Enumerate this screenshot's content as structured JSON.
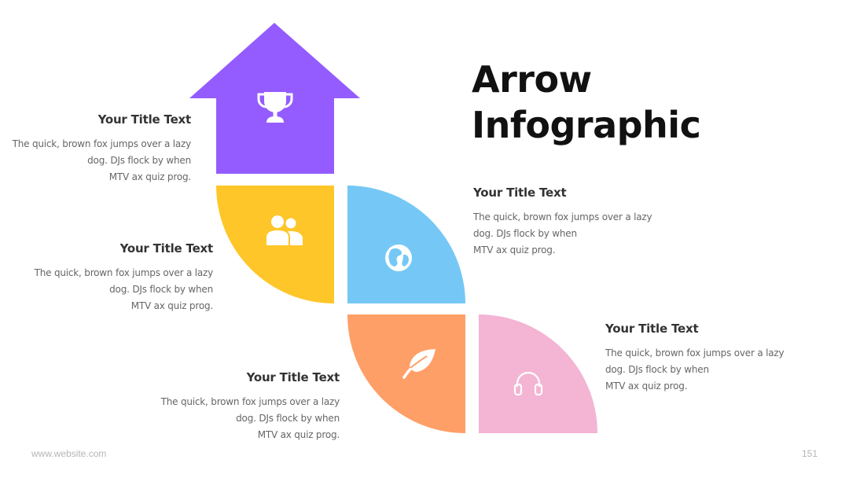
{
  "title": {
    "line1": "Arrow",
    "line2": "Infographic"
  },
  "colors": {
    "arrow": "#945cff",
    "yellow": "#ffc629",
    "blue": "#75c8f5",
    "orange": "#ff9f68",
    "pink": "#f4b4d3"
  },
  "icons": {
    "arrow": "trophy-icon",
    "yellow": "users-icon",
    "blue": "globe-icon",
    "orange": "leaf-icon",
    "pink": "headphones-icon"
  },
  "blocks": [
    {
      "title": "Your Title Text",
      "lines": [
        "The quick, brown fox jumps over a lazy",
        "dog. DJs flock by when",
        "MTV ax quiz prog."
      ]
    },
    {
      "title": "Your Title Text",
      "lines": [
        "The quick, brown fox jumps over a lazy",
        "dog. DJs flock by when",
        "MTV ax quiz prog."
      ]
    },
    {
      "title": "Your Title Text",
      "lines": [
        "The quick, brown fox jumps over a lazy",
        "dog. DJs flock by when",
        "MTV ax quiz prog."
      ]
    },
    {
      "title": "Your Title Text",
      "lines": [
        "The quick, brown fox jumps over a lazy",
        "dog. DJs flock by when",
        "MTV ax quiz prog."
      ]
    },
    {
      "title": "Your Title Text",
      "lines": [
        "The quick, brown fox jumps over a lazy",
        "dog. DJs flock by when",
        "MTV ax quiz prog."
      ]
    }
  ],
  "footer": {
    "website": "www.website.com",
    "page": "151"
  }
}
